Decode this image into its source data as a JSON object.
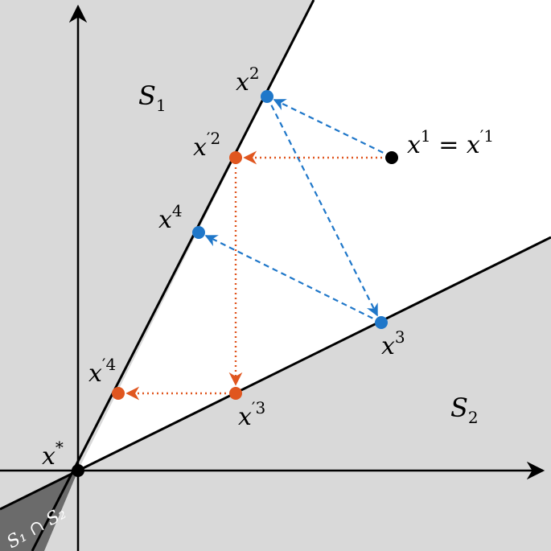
{
  "colors": {
    "shade": "#d9d9d9",
    "intersection": "#6b6b6b",
    "blue": "#1f77c9",
    "orange": "#e0561f",
    "black": "#000000"
  },
  "labels": {
    "s1": "S",
    "s1_sub": "1",
    "s2": "S",
    "s2_sub": "2",
    "intersection": "S₁ ∩ S₂",
    "x_star": "x",
    "x_star_sup": "*",
    "x1": "x",
    "x1_sup": "1",
    "x1_eq": " = x",
    "x1_prime_sup": "′1",
    "x2": "x",
    "x2_sup": "2",
    "x3": "x",
    "x3_sup": "3",
    "x4": "x",
    "x4_sup": "4",
    "xp2": "x",
    "xp2_sup": "′2",
    "xp3": "x",
    "xp3_sup": "′3",
    "xp4": "x",
    "xp4_sup": "′4"
  }
}
